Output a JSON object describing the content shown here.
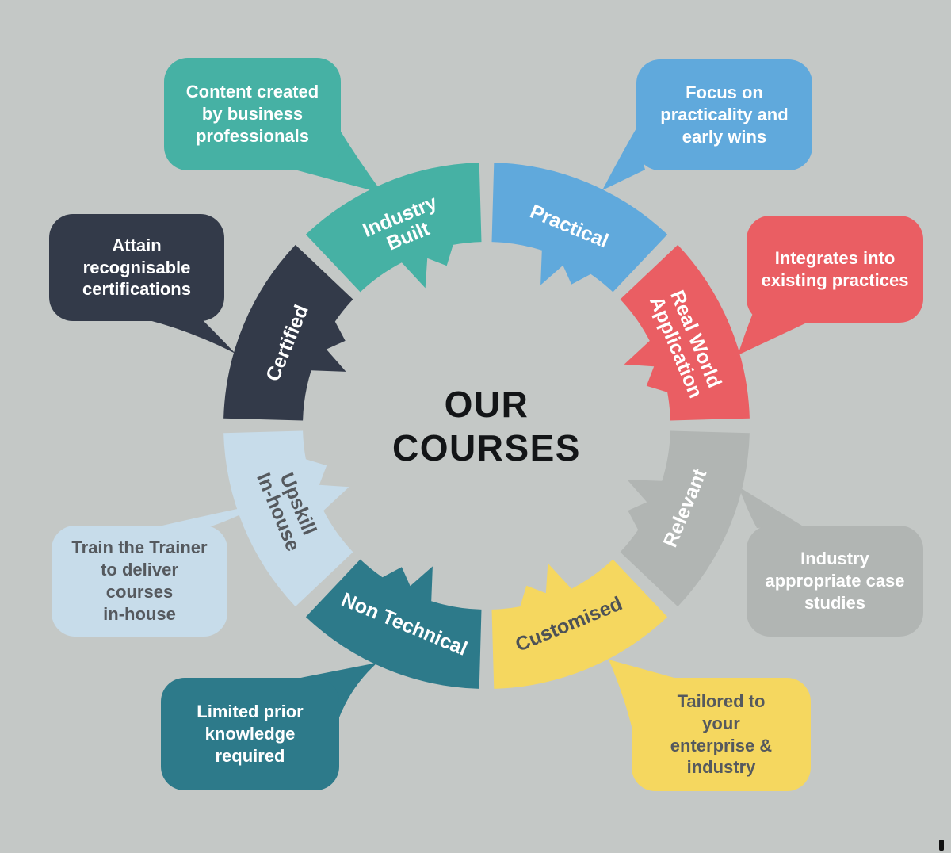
{
  "background_color": "#c4c8c6",
  "center": {
    "title": "OUR\nCOURSES",
    "title_color": "#131517"
  },
  "segments": [
    {
      "name": "practical",
      "label": "Practical",
      "label_color": "#ffffff",
      "color": "#60a9dc",
      "bubble": {
        "text": "Focus on\npracticality and\nearly wins",
        "text_color": "#ffffff"
      }
    },
    {
      "name": "real-world-application",
      "label": "Real World\nApplication",
      "label_color": "#ffffff",
      "color": "#ea5e63",
      "bubble": {
        "text": "Integrates into\nexisting practices",
        "text_color": "#ffffff"
      }
    },
    {
      "name": "relevant",
      "label": "Relevant",
      "label_color": "#ffffff",
      "color": "#b1b5b3",
      "bubble": {
        "text": "Industry\nappropriate case\nstudies",
        "text_color": "#ffffff"
      }
    },
    {
      "name": "customised",
      "label": "Customised",
      "label_color": "#4d5257",
      "color": "#f5d75f",
      "bubble": {
        "text": "Tailored to\nyour\nenterprise &\nindustry",
        "text_color": "#55595e"
      }
    },
    {
      "name": "non-technical",
      "label": "Non Technical",
      "label_color": "#ffffff",
      "color": "#2d7a8a",
      "bubble": {
        "text": "Limited prior\nknowledge\nrequired",
        "text_color": "#ffffff"
      }
    },
    {
      "name": "upskill-in-house",
      "label": "Upskill\nIn-house",
      "label_color": "#55595e",
      "color": "#c7dcea",
      "bubble": {
        "text": "Train the Trainer\nto deliver\ncourses\nin-house",
        "text_color": "#55595e"
      }
    },
    {
      "name": "certified",
      "label": "Certified",
      "label_color": "#ffffff",
      "color": "#333a49",
      "bubble": {
        "text": "Attain\nrecognisable\ncertifications",
        "text_color": "#ffffff"
      }
    },
    {
      "name": "industry-built",
      "label": "Industry\nBuilt",
      "label_color": "#ffffff",
      "color": "#46b1a4",
      "bubble": {
        "text": "Content created\nby business\nprofessionals",
        "text_color": "#ffffff"
      }
    }
  ],
  "stray_mark_color": "#111111"
}
